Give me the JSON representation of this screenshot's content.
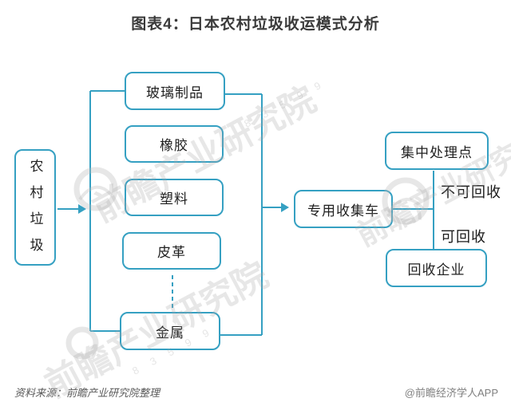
{
  "title": "图表4：日本农村垃圾收运模式分析",
  "diagram": {
    "nodes": {
      "rural_waste": "农村垃圾",
      "glass": "玻璃制品",
      "rubber": "橡胶",
      "plastic": "塑料",
      "leather": "皮革",
      "metal": "金属",
      "collection_truck": "专用收集车",
      "central_point": "集中处理点",
      "recycler": "回收企业"
    },
    "edge_labels": {
      "non_recyclable": "不可回收",
      "recyclable": "可回收"
    }
  },
  "watermark": {
    "text": "前瞻产业研究院",
    "digits": "8 3 5 9 9"
  },
  "footer": {
    "source": "资料来源：前瞻产业研究院整理",
    "credit": "@前瞻经济学人APP"
  },
  "colors": {
    "accent": "#35a0c2",
    "text": "#1f1f1f",
    "muted": "#595959"
  }
}
